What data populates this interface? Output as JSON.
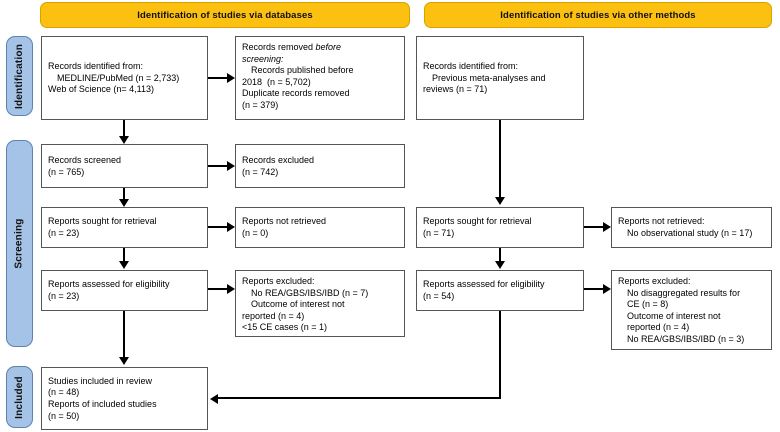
{
  "diagram": {
    "title": "PRISMA 2020 flow diagram",
    "colors": {
      "banner_fill": "#fcc011",
      "banner_border": "#d9a100",
      "stage_fill": "#a5c3e6",
      "stage_border": "#5c82ad",
      "box_border": "#555555",
      "connector": "#000000",
      "page_background": "#ffffff"
    }
  },
  "banners": [
    {
      "id": "databases",
      "label": "Identification of studies via databases"
    },
    {
      "id": "other-methods",
      "label": "Identification of studies via other methods"
    }
  ],
  "stages": [
    {
      "id": "identification",
      "label": "Identification"
    },
    {
      "id": "screening",
      "label": "Screening"
    },
    {
      "id": "included",
      "label": "Included"
    }
  ],
  "boxes": {
    "db_records_identified": {
      "name": "records-identified-databases",
      "lines": [
        {
          "text": "Records identified from:",
          "indent": false
        },
        {
          "text": "MEDLINE/PubMed (n = 2,733)",
          "indent": true
        },
        {
          "text": "Web of Science (n= 4,113)",
          "indent": false
        }
      ]
    },
    "db_records_removed": {
      "name": "records-removed-before-screening",
      "lines": [
        {
          "text": "Records removed ",
          "indent": false,
          "italic_tail": "before"
        },
        {
          "text": "screening:",
          "indent": false,
          "italic": true
        },
        {
          "text": "Records published before",
          "indent": true
        },
        {
          "text": "2018  (n = 5,702)",
          "indent": false
        },
        {
          "text": "Duplicate records removed",
          "indent": false
        },
        {
          "text": "(n = 379)",
          "indent": false
        }
      ]
    },
    "db_records_screened": {
      "name": "records-screened",
      "lines": [
        {
          "text": "Records screened",
          "indent": false
        },
        {
          "text": "(n = 765)",
          "indent": false
        }
      ]
    },
    "db_records_excluded": {
      "name": "records-excluded",
      "lines": [
        {
          "text": "Records excluded",
          "indent": false
        },
        {
          "text": "(n = 742)",
          "indent": false
        }
      ]
    },
    "db_reports_sought": {
      "name": "reports-sought-for-retrieval-databases",
      "lines": [
        {
          "text": "Reports sought for retrieval",
          "indent": false
        },
        {
          "text": "(n = 23)",
          "indent": false
        }
      ]
    },
    "db_reports_not_retrieved": {
      "name": "reports-not-retrieved-databases",
      "lines": [
        {
          "text": "Reports not retrieved",
          "indent": false
        },
        {
          "text": "(n = 0)",
          "indent": false
        }
      ]
    },
    "db_reports_assessed": {
      "name": "reports-assessed-for-eligibility-databases",
      "lines": [
        {
          "text": "Reports assessed for eligibility",
          "indent": false
        },
        {
          "text": "(n = 23)",
          "indent": false
        }
      ]
    },
    "db_reports_excluded": {
      "name": "reports-excluded-databases",
      "lines": [
        {
          "text": "Reports excluded:",
          "indent": false
        },
        {
          "text": "No REA/GBS/IBS/IBD (n = 7)",
          "indent": true
        },
        {
          "text": "Outcome of interest not",
          "indent": true
        },
        {
          "text": "reported (n = 4)",
          "indent": false
        },
        {
          "text": "<15 CE cases (n = 1)",
          "indent": false
        }
      ]
    },
    "om_records_identified": {
      "name": "records-identified-other-methods",
      "lines": [
        {
          "text": "Records identified from:",
          "indent": false
        },
        {
          "text": "Previous meta-analyses and",
          "indent": true
        },
        {
          "text": "reviews (n = 71)",
          "indent": false
        }
      ]
    },
    "om_reports_sought": {
      "name": "reports-sought-for-retrieval-other-methods",
      "lines": [
        {
          "text": "Reports sought for retrieval",
          "indent": false
        },
        {
          "text": "(n = 71)",
          "indent": false
        }
      ]
    },
    "om_reports_not_retrieved": {
      "name": "reports-not-retrieved-other-methods",
      "lines": [
        {
          "text": "Reports not retrieved:",
          "indent": false
        },
        {
          "text": "No observational study (n = 17)",
          "indent": true
        }
      ]
    },
    "om_reports_assessed": {
      "name": "reports-assessed-for-eligibility-other-methods",
      "lines": [
        {
          "text": "Reports assessed for eligibility",
          "indent": false
        },
        {
          "text": "(n = 54)",
          "indent": false
        }
      ]
    },
    "om_reports_excluded": {
      "name": "reports-excluded-other-methods",
      "lines": [
        {
          "text": "Reports excluded:",
          "indent": false
        },
        {
          "text": "No disaggregated results for",
          "indent": true
        },
        {
          "text": "CE (n = 8)",
          "indent": false
        },
        {
          "text": "Outcome of interest not",
          "indent": false
        },
        {
          "text": "reported (n = 4)",
          "indent": false
        },
        {
          "text": "No REA/GBS/IBS/IBD (n = 3)",
          "indent": false
        }
      ]
    },
    "included_studies": {
      "name": "studies-included-in-review",
      "lines": [
        {
          "text": "Studies included in review",
          "indent": false
        },
        {
          "text": "(n = 48)",
          "indent": false
        },
        {
          "text": "Reports of included studies",
          "indent": false
        },
        {
          "text": "(n = 50)",
          "indent": false
        }
      ]
    }
  }
}
